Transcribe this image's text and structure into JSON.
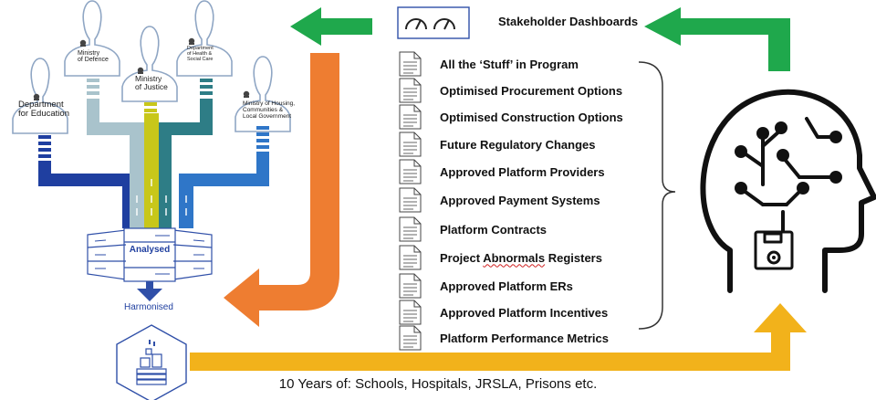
{
  "departments": [
    {
      "lines": [
        "Department",
        "for Education"
      ]
    },
    {
      "lines": [
        "Ministry",
        "of Defence"
      ]
    },
    {
      "lines": [
        "Ministry",
        "of Justice"
      ]
    },
    {
      "lines": [
        "Department",
        "of Health &",
        "Social Care"
      ]
    },
    {
      "lines": [
        "Ministry of Housing,",
        "Communities &",
        "Local Government"
      ]
    }
  ],
  "colors": {
    "education": "#1f3fa0",
    "defence": "#a9c3cc",
    "justice": "#c8c71a",
    "health": "#2e7d86",
    "housing": "#2f76c8",
    "orange_arrow": "#ee7d31",
    "green_arrow": "#1fa84c",
    "yellow_arrow": "#f2b21b",
    "server_outline": "#2f4fa8"
  },
  "server": {
    "label": "Analysed"
  },
  "harmonised": {
    "label": "Harmonised"
  },
  "dashboards": {
    "label": "Stakeholder Dashboards",
    "icon": "gauge-icon"
  },
  "documents": [
    {
      "label": "All the ‘Stuff’ in Program"
    },
    {
      "label": "Optimised Procurement Options"
    },
    {
      "label": "Optimised Construction Options"
    },
    {
      "label": "Future Regulatory Changes"
    },
    {
      "label": "Approved Platform Providers"
    },
    {
      "label": "Approved Payment Systems"
    },
    {
      "label": "Platform Contracts"
    },
    {
      "label_before": "Project ",
      "label_flag": "Abnormals",
      "label_after": " Registers"
    },
    {
      "label": "Approved Platform ERs"
    },
    {
      "label": "Approved Platform Incentives"
    },
    {
      "label": "Platform Performance Metrics"
    }
  ],
  "brain": {
    "icon": "ai-brain-icon",
    "inner_icon": "floppy-disk-icon"
  },
  "caption": "10 Years of: Schools, Hospitals, JRSLA, Prisons etc."
}
